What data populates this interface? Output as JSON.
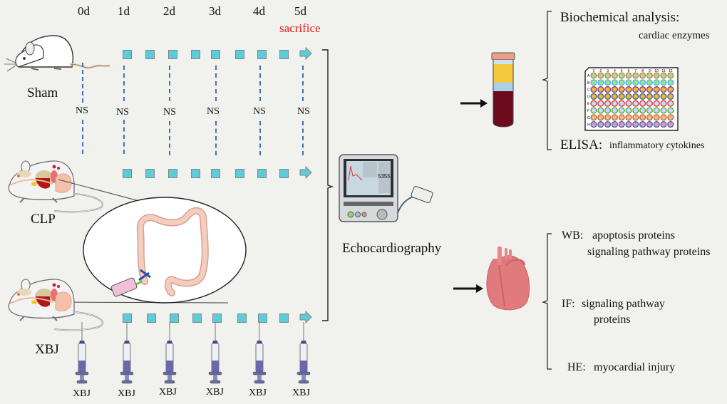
{
  "timeline": {
    "days": [
      "0d",
      "1d",
      "2d",
      "3d",
      "4d",
      "5d"
    ],
    "endpoint_label": "sacrifice"
  },
  "groups": [
    {
      "name": "Sham",
      "treatment_label": "NS",
      "treatment_count": 6
    },
    {
      "name": "CLP"
    },
    {
      "name": "XBJ",
      "treatment_label": "XBJ",
      "treatment_count": 6
    }
  ],
  "ns_labels": [
    "NS",
    "NS",
    "NS",
    "NS",
    "NS",
    "NS"
  ],
  "xbj_labels": [
    "XBJ",
    "XBJ",
    "XBJ",
    "XBJ",
    "XBJ",
    "XBJ"
  ],
  "echo": {
    "label": "Echocardiography",
    "screen_readout": "5355"
  },
  "blood": {
    "analyses": [
      {
        "method": "Biochemical analysis:",
        "target": "cardiac enzymes"
      },
      {
        "method": "ELISA:",
        "target": "inflammatory cytokines"
      }
    ],
    "plate": {
      "columns": [
        "1",
        "2",
        "3",
        "4",
        "5",
        "6",
        "7",
        "8",
        "9",
        "10",
        "11",
        "12"
      ],
      "rows": [
        "A",
        "B",
        "C",
        "D",
        "E",
        "F",
        "G",
        "H"
      ]
    }
  },
  "heart": {
    "analyses": [
      {
        "method": "WB:",
        "target": "apoptosis proteins",
        "target2": "signaling pathway proteins"
      },
      {
        "method": "IF:",
        "target": "signaling pathway",
        "target2": "proteins"
      },
      {
        "method": "HE:",
        "target": "myocardial injury"
      }
    ]
  },
  "colors": {
    "background": "#f1f2ee",
    "square": "#5fcbd8",
    "dash": "#3d6fc4",
    "sacrifice": "#e0201c",
    "heart": "#e07a7c",
    "blood": "#6e0a1e"
  }
}
